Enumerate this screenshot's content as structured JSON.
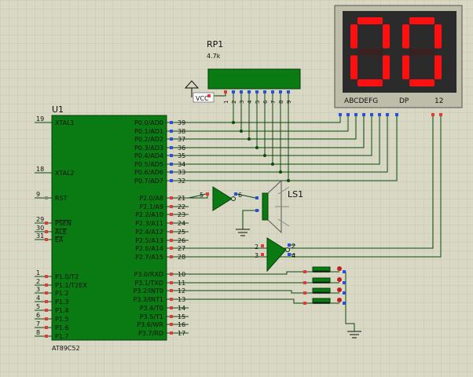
{
  "colors": {
    "background": "#d8d8c4",
    "grid": "#c7c7b2",
    "chip": "#0a7a12",
    "chip_border": "#063e08",
    "wire": "#0a4a0a",
    "pin_red": "#e03a3a",
    "pin_blue": "#2850e0",
    "pin_gray": "#888888",
    "display_body": "#2b2b2b",
    "segment_on": "#ff1010",
    "segment_glow": "#ff4a30",
    "text": "#111111",
    "display_text": "#e0e0e0"
  },
  "mcu": {
    "ref": "U1",
    "part": "AT89C52",
    "left_pins": [
      {
        "num": "19",
        "name": "XTAL1",
        "overline": false
      },
      {
        "num": "18",
        "name": "XTAL2",
        "overline": false
      },
      {
        "num": "9",
        "name": "RST",
        "overline": false
      },
      {
        "num": "29",
        "name": "PSEN",
        "overline": true
      },
      {
        "num": "30",
        "name": "ALE",
        "overline": true
      },
      {
        "num": "31",
        "name": "EA",
        "overline": true
      },
      {
        "num": "1",
        "name": "P1.0/T2",
        "overline": false
      },
      {
        "num": "2",
        "name": "P1.1/T2EX",
        "overline": false
      },
      {
        "num": "3",
        "name": "P1.2",
        "overline": false
      },
      {
        "num": "4",
        "name": "P1.3",
        "overline": false
      },
      {
        "num": "5",
        "name": "P1.4",
        "overline": false
      },
      {
        "num": "6",
        "name": "P1.5",
        "overline": false
      },
      {
        "num": "7",
        "name": "P1.6",
        "overline": false
      },
      {
        "num": "8",
        "name": "P1.7",
        "overline": false
      }
    ],
    "right_pins": [
      {
        "num": "39",
        "name": "P0.0/AD0"
      },
      {
        "num": "38",
        "name": "P0.1/AD1"
      },
      {
        "num": "37",
        "name": "P0.2/AD2"
      },
      {
        "num": "36",
        "name": "P0.3/AD3"
      },
      {
        "num": "35",
        "name": "P0.4/AD4"
      },
      {
        "num": "34",
        "name": "P0.5/AD5"
      },
      {
        "num": "33",
        "name": "P0.6/AD6"
      },
      {
        "num": "32",
        "name": "P0.7/AD7"
      },
      {
        "num": "21",
        "name": "P2.0/A8"
      },
      {
        "num": "22",
        "name": "P2.1/A9"
      },
      {
        "num": "23",
        "name": "P2.2/A10"
      },
      {
        "num": "24",
        "name": "P2.3/A11"
      },
      {
        "num": "25",
        "name": "P2.4/A12"
      },
      {
        "num": "26",
        "name": "P2.5/A13"
      },
      {
        "num": "27",
        "name": "P2.6/A14"
      },
      {
        "num": "28",
        "name": "P2.7/A15"
      },
      {
        "num": "10",
        "name": "P3.0/RXD"
      },
      {
        "num": "11",
        "name": "P3.1/TXD"
      },
      {
        "num": "12",
        "name": "P3.2/INT0"
      },
      {
        "num": "13",
        "name": "P3.3/INT1"
      },
      {
        "num": "14",
        "name": "P3.4/T0"
      },
      {
        "num": "15",
        "name": "P3.5/T1"
      },
      {
        "num": "16",
        "name": "P3.6/WR"
      },
      {
        "num": "17",
        "name": "P3.7/RD"
      }
    ]
  },
  "resistor_pack": {
    "ref": "RP1",
    "value": "4.7k",
    "power_label": "VCC",
    "pins": [
      "1",
      "2",
      "3",
      "4",
      "5",
      "6",
      "7",
      "8",
      "9"
    ]
  },
  "display": {
    "digits": [
      "0",
      "0"
    ],
    "segment_label": "ABCDEFG",
    "dp_label": "DP",
    "common_label": "12"
  },
  "buffer_top": {
    "in_pin": "5",
    "out_pin": "6"
  },
  "buffer_bottom": {
    "pin_a": "2",
    "pin_b": "3",
    "pin_c": "4"
  },
  "buzzer": {
    "ref": "LS1"
  }
}
